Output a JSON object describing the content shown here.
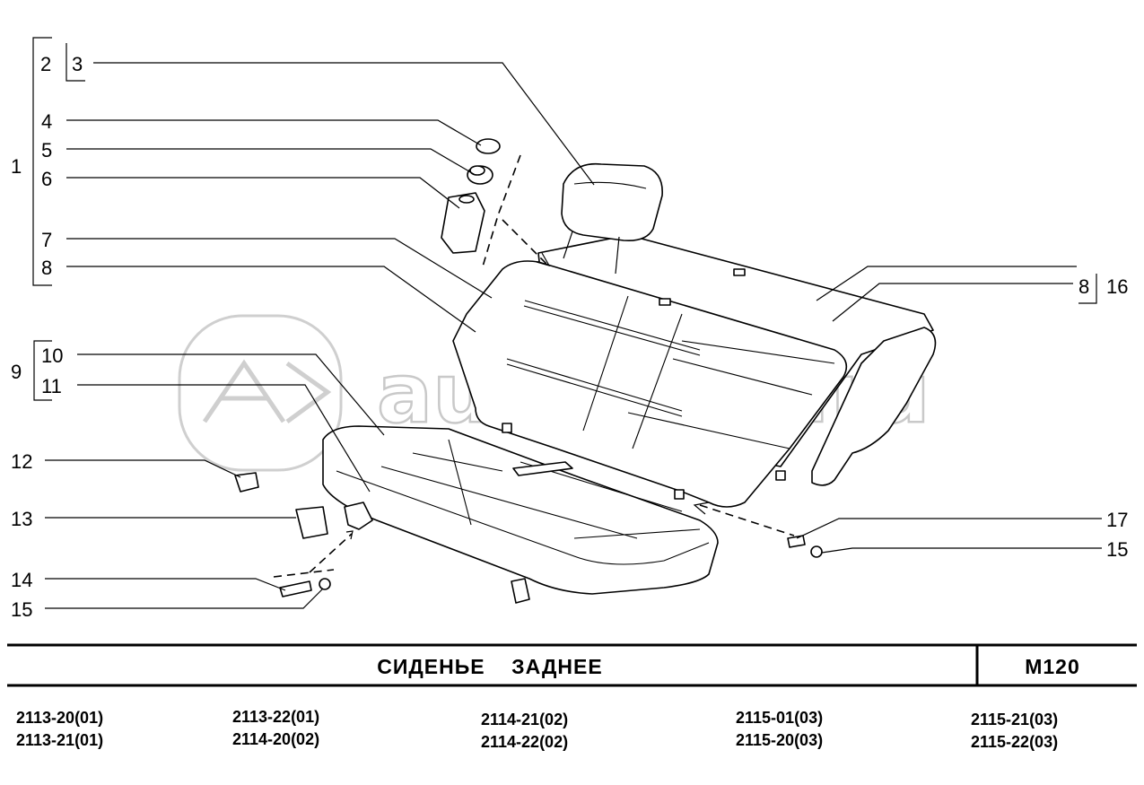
{
  "watermark": "autopiter.ru",
  "callouts": {
    "c1": "1",
    "c2": "2",
    "c3": "3",
    "c4": "4",
    "c5": "5",
    "c6": "6",
    "c7": "7",
    "c8": "8",
    "c9": "9",
    "c10": "10",
    "c11": "11",
    "c12": "12",
    "c13": "13",
    "c14": "14",
    "c15a": "15",
    "c8b": "8",
    "c16": "16",
    "c17": "17",
    "c15b": "15"
  },
  "title_block": {
    "title": "СИДЕНЬЕ    ЗАДНЕЕ",
    "code": "M120"
  },
  "models": [
    [
      "2113-20(01)",
      "2113-21(01)"
    ],
    [
      "2113-22(01)",
      "2114-20(02)"
    ],
    [
      "2114-21(02)",
      "2114-22(02)"
    ],
    [
      "2115-01(03)",
      "2115-20(03)"
    ],
    [
      "2115-21(03)",
      "2115-22(03)"
    ]
  ]
}
